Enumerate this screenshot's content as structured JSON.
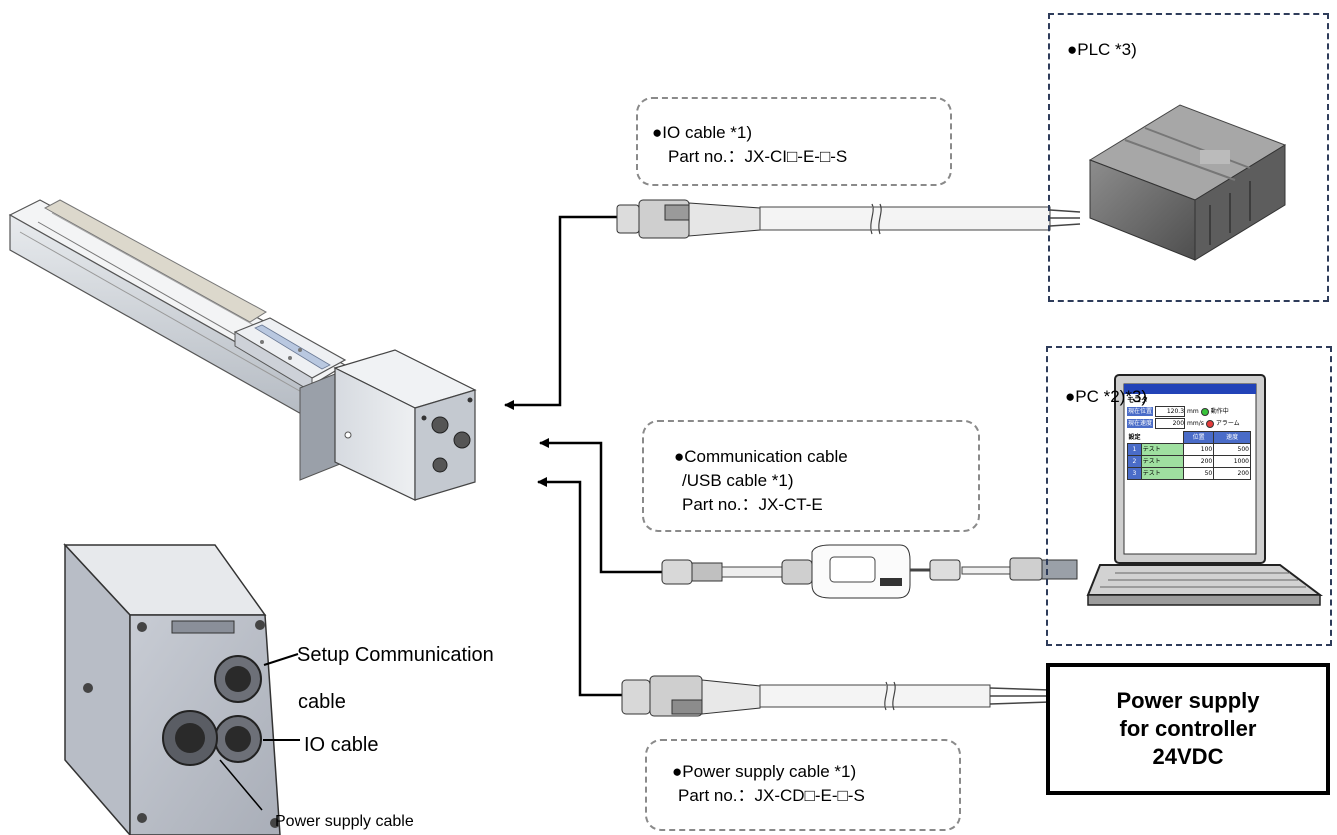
{
  "plc": {
    "label": "●PLC *3)"
  },
  "pc": {
    "label": "●PC *2)*3)"
  },
  "io_cable": {
    "name": "●IO cable *1)",
    "part": "Part no.：JX-CI□-E-□-S"
  },
  "comm_cable": {
    "line1": "●Communication cable",
    "line2": "/USB cable *1)",
    "part": "Part no.：JX-CT-E"
  },
  "power_cable": {
    "name": "●Power supply cable *1)",
    "part": "Part no.：JX-CD□-E-□-S"
  },
  "power_supply": {
    "line1": "Power supply",
    "line2": "for controller",
    "line3": "24VDC"
  },
  "ports": {
    "setup_line1": "Setup Communication",
    "setup_line2": "cable",
    "io": "IO cable",
    "power": "Power supply cable"
  },
  "pc_screen": {
    "title": "モニタ",
    "row1_label": "現在位置",
    "row1_value": "120.3",
    "row1_unit": "mm",
    "status1": "動作中",
    "row2_label": "現在速度",
    "row2_value": "200",
    "row2_unit": "mm/s",
    "status2": "アラーム",
    "settings": "設定",
    "col_pos": "位置",
    "col_speed": "速度",
    "rows": [
      {
        "no": "1",
        "name": "テスト",
        "pos": "100",
        "speed": "500"
      },
      {
        "no": "2",
        "name": "テスト",
        "pos": "200",
        "speed": "1000"
      },
      {
        "no": "3",
        "name": "テスト",
        "pos": "50",
        "speed": "200"
      }
    ]
  },
  "colors": {
    "device_border": "#2e3c5a",
    "callout_border": "#8a8a8a",
    "power_box_border": "#000000"
  }
}
